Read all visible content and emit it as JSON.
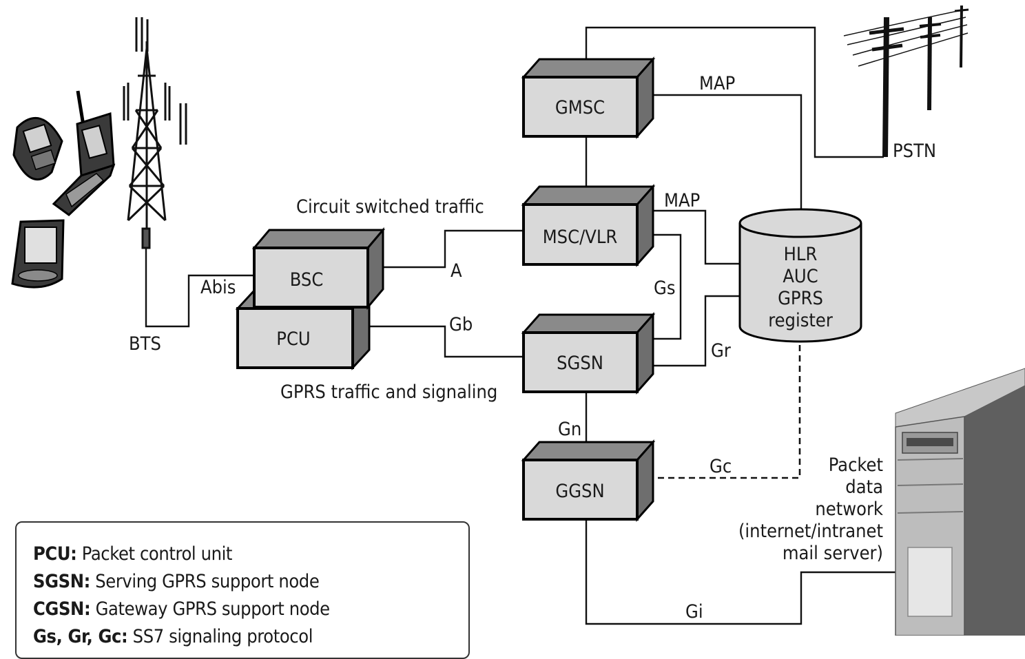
{
  "nodes": {
    "gmsc": "GMSC",
    "msc_vlr": "MSC/VLR",
    "sgsn": "SGSN",
    "ggsn": "GGSN",
    "bsc": "BSC",
    "pcu": "PCU",
    "hlr": [
      "HLR",
      "AUC",
      "GPRS",
      "register"
    ],
    "bts": "BTS",
    "pstn": "PSTN",
    "packet_network": [
      "Packet",
      "data",
      "network",
      "(internet/intranet",
      "mail server)"
    ]
  },
  "interfaces": {
    "map_top": "MAP",
    "map_mid": "MAP",
    "a": "A",
    "abis": "Abis",
    "gb": "Gb",
    "gs": "Gs",
    "gr": "Gr",
    "gn": "Gn",
    "gc": "Gc",
    "gi": "Gi"
  },
  "captions": {
    "circuit": "Circuit switched traffic",
    "gprs": "GPRS traffic and signaling"
  },
  "legend": [
    {
      "term": "PCU:",
      "desc": "Packet control unit"
    },
    {
      "term": "SGSN:",
      "desc": "Serving GPRS support node"
    },
    {
      "term": "CGSN:",
      "desc": "Gateway GPRS support node"
    },
    {
      "term": "Gs, Gr, Gc:",
      "desc": "SS7 signaling protocol"
    }
  ]
}
